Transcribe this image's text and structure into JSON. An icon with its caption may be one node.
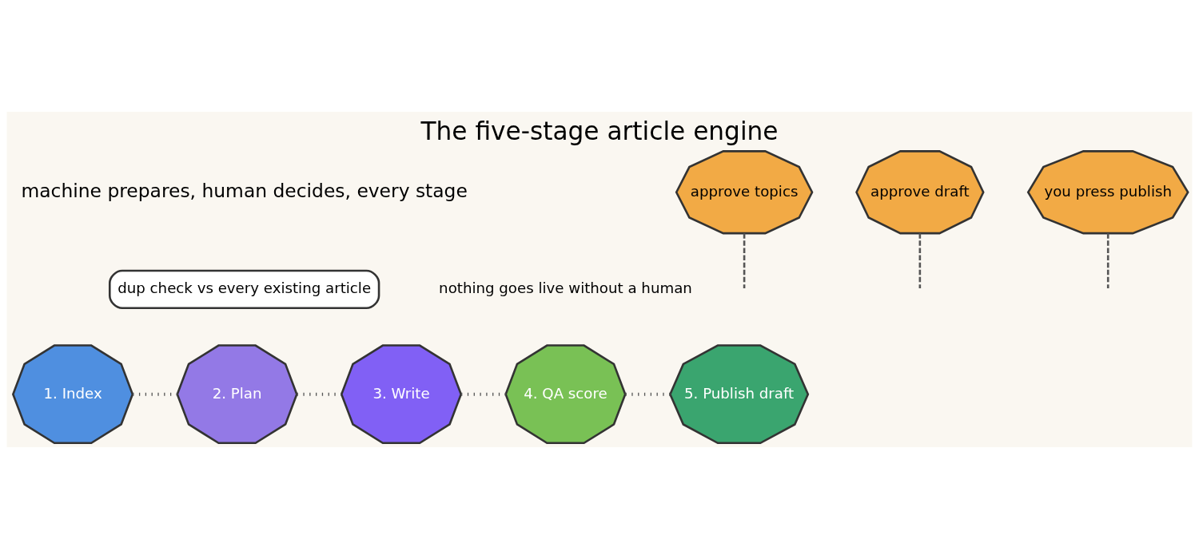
{
  "diagram": {
    "title": "The five-stage article engine",
    "nodes": [
      {
        "text": [
          "1. Index"
        ]
      },
      {
        "text": [
          "2. Plan"
        ]
      },
      {
        "text": [
          "3. Write"
        ]
      },
      {
        "text": [
          "4. QA score"
        ]
      },
      {
        "text": [
          "5. Publish draft"
        ]
      },
      {
        "text": [
          "dup check vs every existing article"
        ]
      },
      {
        "text": [
          "approve topics"
        ]
      },
      {
        "text": [
          "approve draft"
        ]
      },
      {
        "text": [
          "you press publish"
        ]
      }
    ],
    "edges": [
      {
        "from": 0,
        "to": 1,
        "arrow": "none"
      },
      {
        "from": 1,
        "to": 2,
        "arrow": "none"
      },
      {
        "from": 2,
        "to": 3,
        "arrow": "none"
      },
      {
        "from": 3,
        "to": 4,
        "arrow": "none"
      },
      {
        "from": 6,
        "to": null,
        "arrow": "none",
        "style": "dashed"
      },
      {
        "from": 7,
        "to": null,
        "arrow": "none",
        "style": "dashed"
      },
      {
        "from": 8,
        "to": null,
        "arrow": "none",
        "style": "dashed"
      }
    ],
    "labels": [
      "machine prepares, human decides, every stage",
      "nothing goes live without a human"
    ]
  }
}
